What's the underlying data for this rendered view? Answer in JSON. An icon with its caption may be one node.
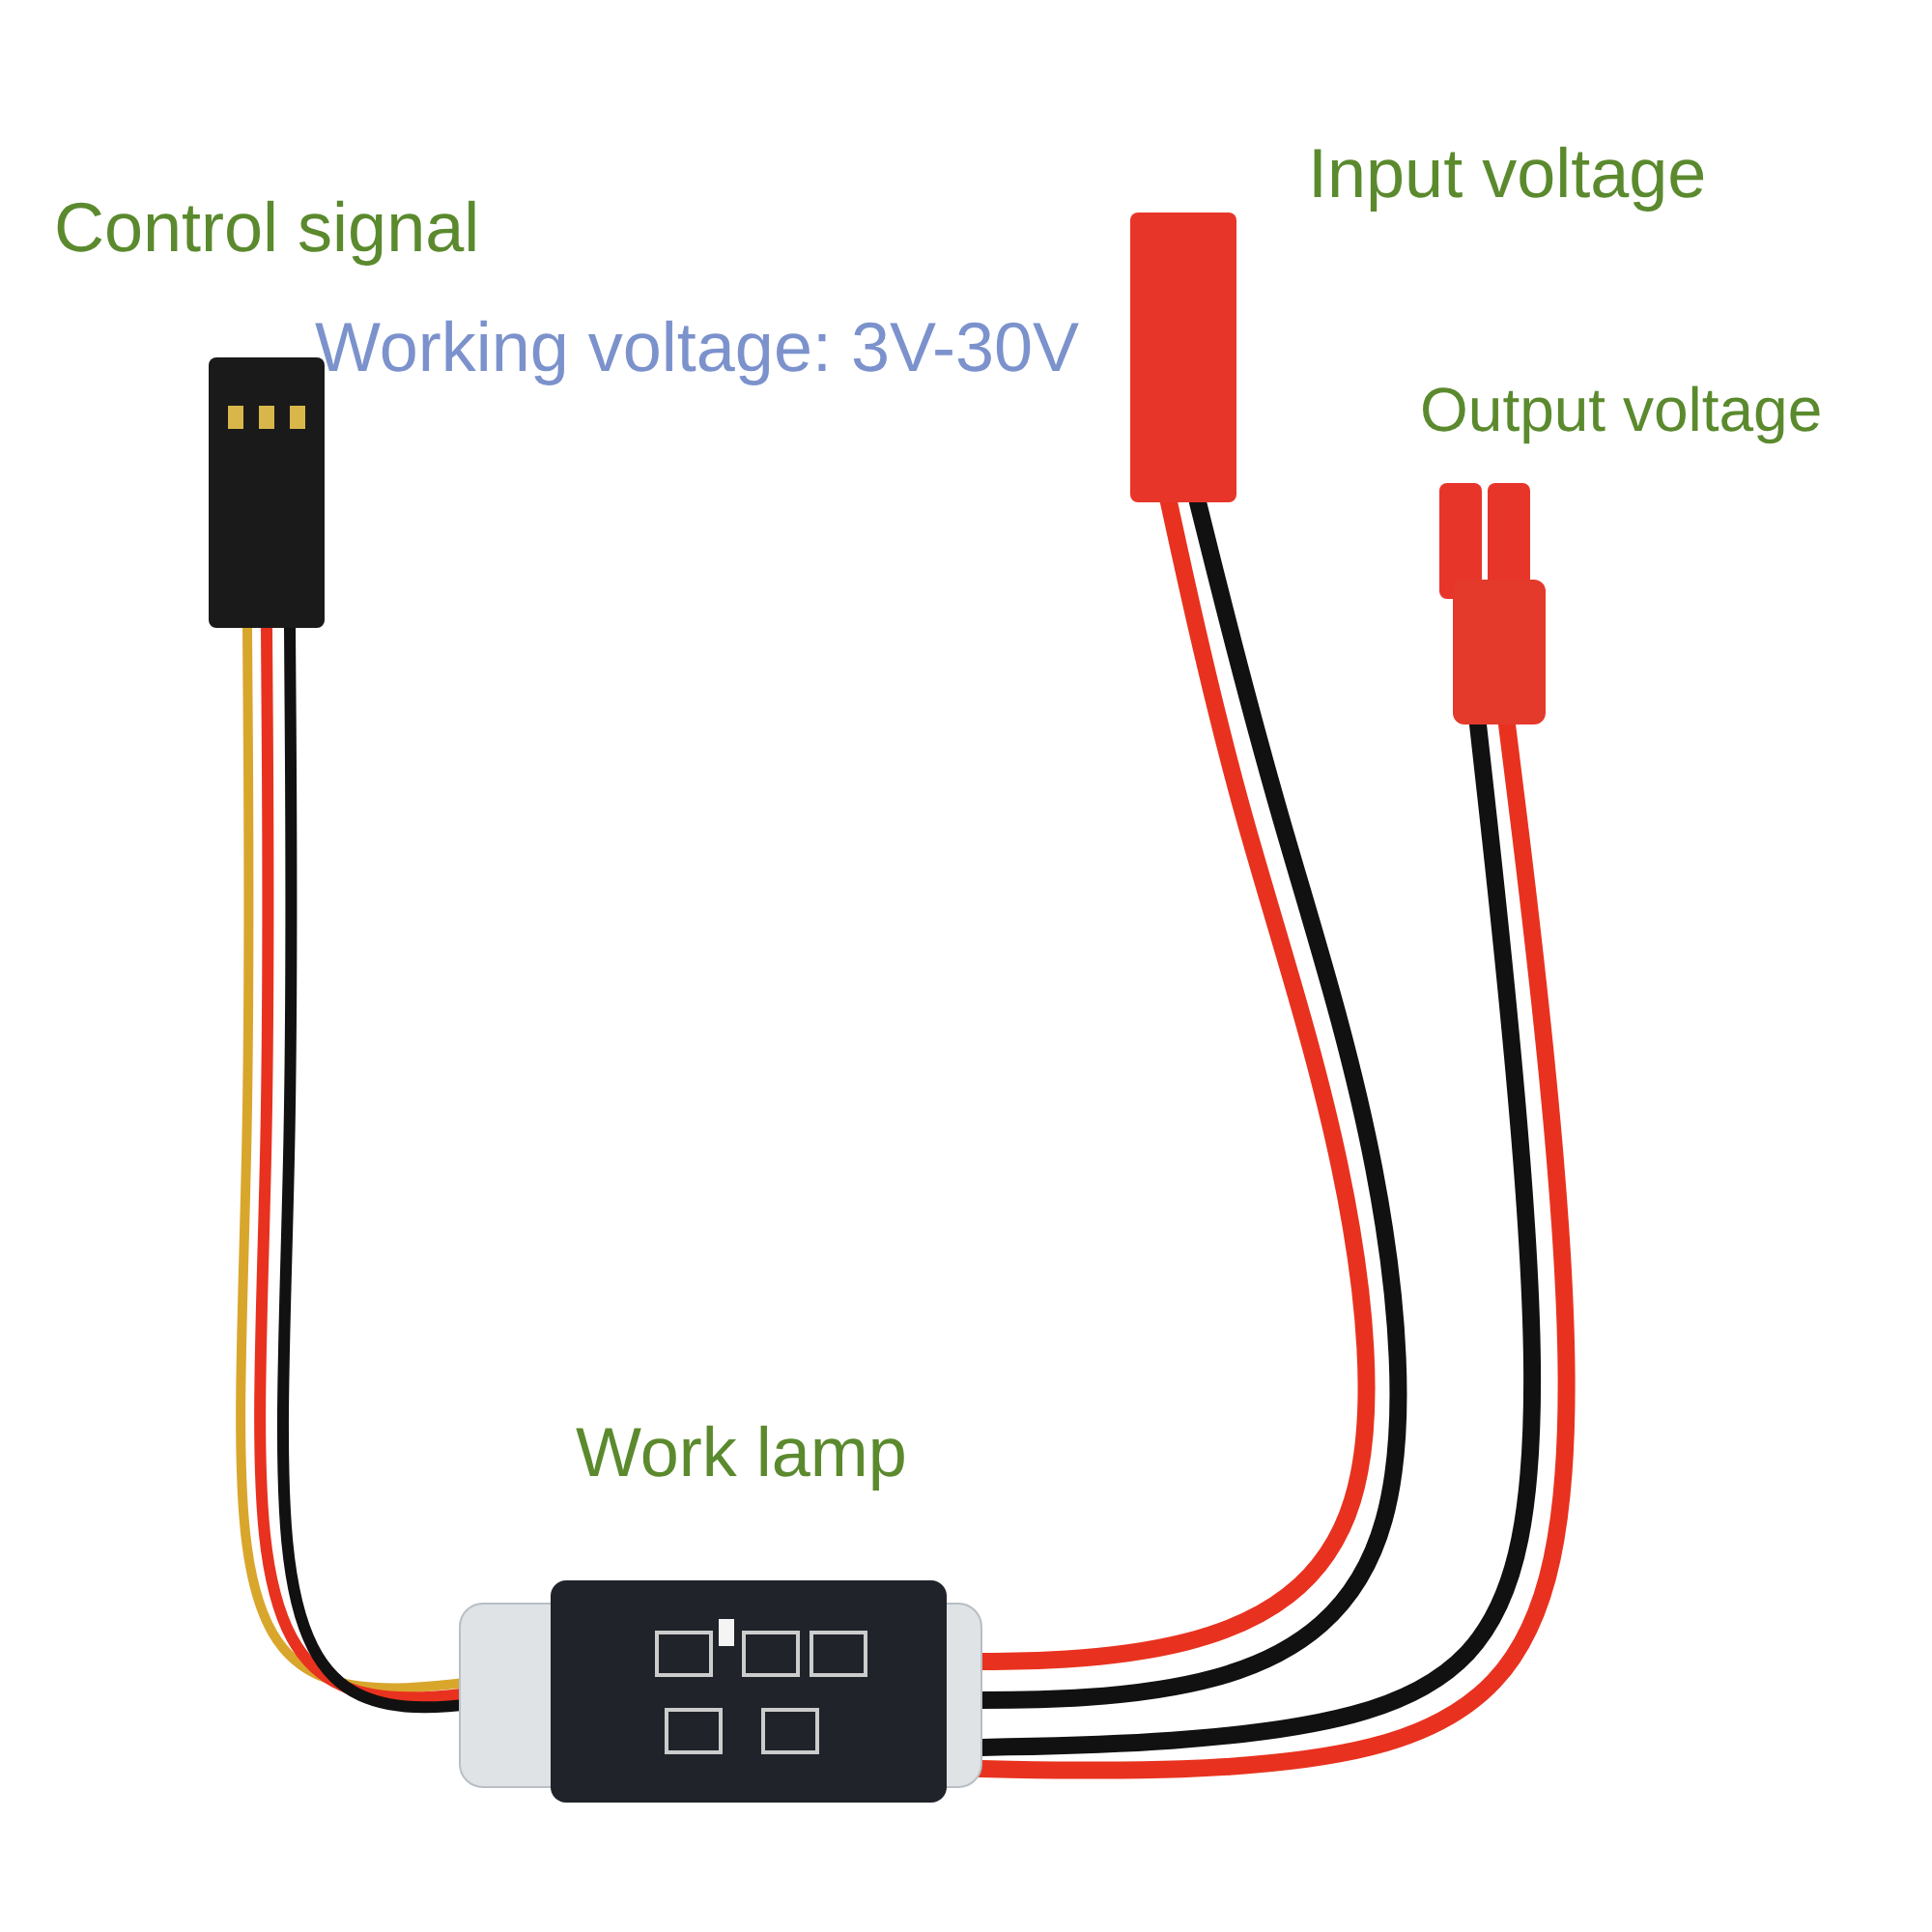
{
  "diagram": {
    "labels": [
      "Control signal",
      "Working voltage: 3V-30V",
      "Input voltage",
      "Output voltage",
      "Work lamp"
    ]
  }
}
